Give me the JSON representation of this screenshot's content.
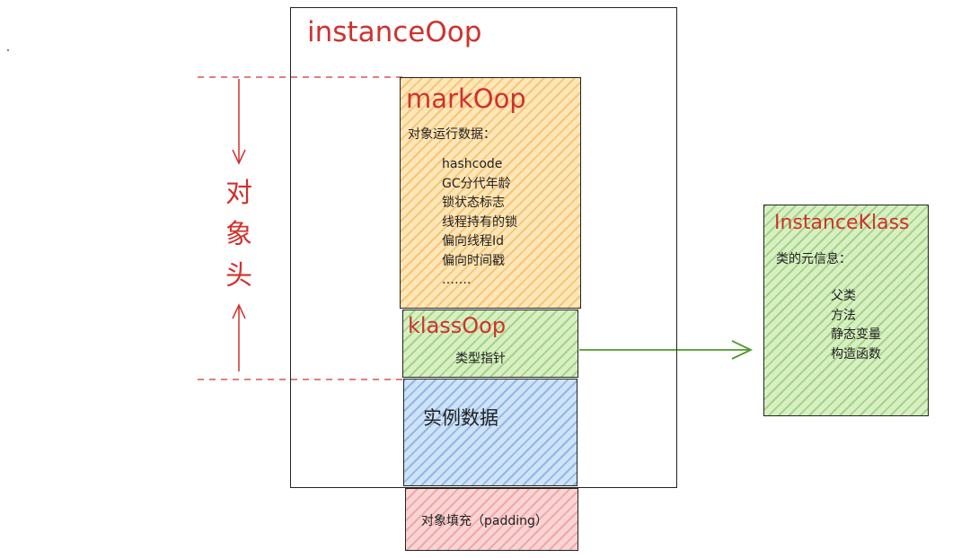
{
  "instance_oop": {
    "title": "instanceOop"
  },
  "mark_oop": {
    "title": "markOop",
    "subtitle": "对象运行数据：",
    "items": [
      "hashcode",
      "GC分代年龄",
      "锁状态标志",
      "线程持有的锁",
      "偏向线程Id",
      "偏向时间戳",
      "……."
    ]
  },
  "klass_oop": {
    "title": "klassOop",
    "subtitle": "类型指针"
  },
  "instance_data": {
    "label": "实例数据"
  },
  "padding": {
    "label": "对象填充（padding）"
  },
  "object_header": {
    "chars": [
      "对",
      "象",
      "头"
    ]
  },
  "instance_klass": {
    "title": "InstanceKlass",
    "subtitle": "类的元信息：",
    "items": [
      "父类",
      "方法",
      "静态变量",
      "构造函数"
    ]
  },
  "colors": {
    "title_red": "#d0312d",
    "arrow_green": "#4f9a2a",
    "header_red": "#d0312d"
  }
}
